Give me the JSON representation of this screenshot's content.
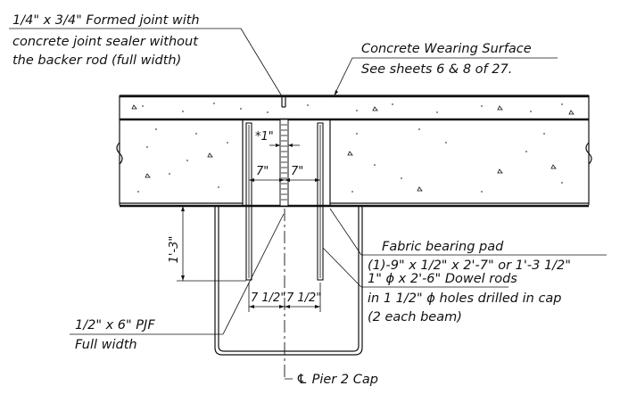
{
  "notes": {
    "formed_joint": [
      "1/4\" x 3/4\" Formed joint with",
      "concrete joint sealer without",
      "the backer rod (full width)"
    ],
    "wearing_surface": [
      "Concrete Wearing Surface",
      "See sheets 6 & 8 of 27."
    ],
    "bearing_pad": [
      "Fabric bearing pad",
      "(1)-9\" x 1/2\" x 2'-7\" or 1'-3 1/2\""
    ],
    "dowel_rods": [
      "1\" ϕ x 2'-6\" Dowel rods",
      "in 1 1/2\" ϕ holes drilled in cap",
      "(2 each beam)"
    ],
    "pjf": [
      "1/2\" x 6\" PJF",
      "Full width"
    ],
    "pier_cl": "℄ Pier 2 Cap"
  },
  "dimensions": {
    "gap": "*1\"",
    "left_7": "7\"",
    "right_7": "7\"",
    "height": "1'-3\"",
    "left_7_5": "7 1/2\"",
    "right_7_5": "7 1/2\""
  },
  "colors": {
    "ink": "#111111",
    "paper": "#ffffff"
  }
}
